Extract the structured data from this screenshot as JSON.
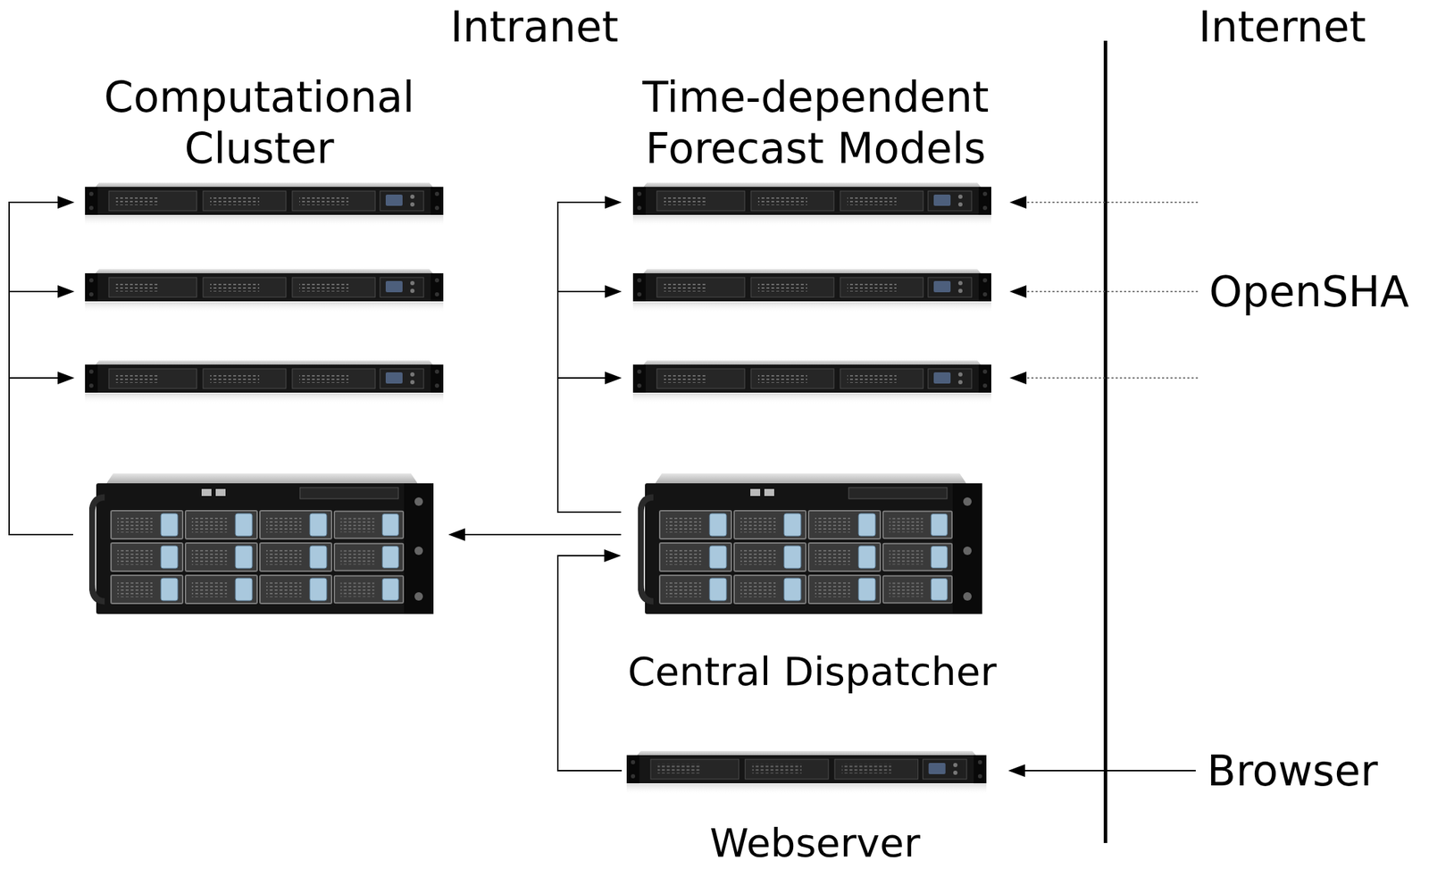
{
  "diagram": {
    "nodes": [
      {
        "text": [
          "Computational Cluster"
        ]
      },
      {
        "text": [
          "Time-dependent Forecast Models"
        ]
      },
      {
        "text": [
          "Central Dispatcher"
        ]
      },
      {
        "text": [
          "Webserver"
        ]
      },
      {
        "text": [
          "OpenSHA"
        ]
      },
      {
        "text": [
          "Browser"
        ]
      }
    ],
    "edges": [
      {
        "from": 2,
        "to": 0,
        "arrow": "to"
      },
      {
        "from": 2,
        "to": 1,
        "arrow": "to"
      },
      {
        "from": 3,
        "to": 2,
        "arrow": "to"
      },
      {
        "from": 5,
        "to": 3,
        "arrow": "to"
      },
      {
        "from": 4,
        "to": 1,
        "arrow": "to"
      }
    ],
    "labels": [
      "Intranet",
      "Internet"
    ]
  }
}
